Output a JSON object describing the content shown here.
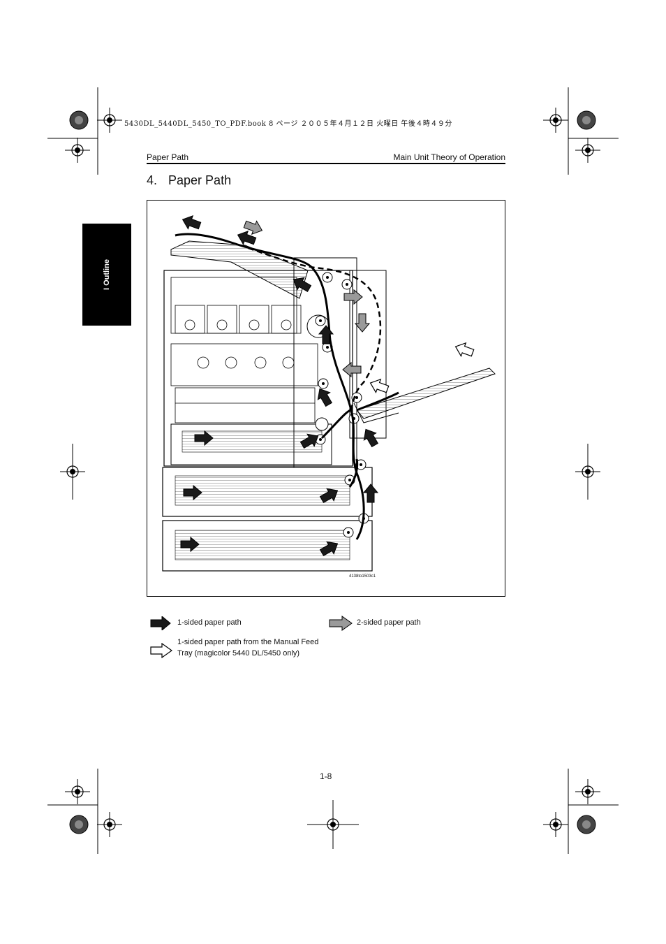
{
  "print_header": "5430DL_5440DL_5450_TO_PDF.book  8 ページ  ２００５年４月１２日  火曜日  午後４時４９分",
  "header": {
    "left": "Paper Path",
    "right": "Main Unit Theory of Operation"
  },
  "side_tab": "I Outline",
  "section": {
    "number": "4.",
    "title": "Paper Path"
  },
  "figure": {
    "code": "4138to1503c1"
  },
  "legend": {
    "one_sided": "1-sided paper path",
    "two_sided": "2-sided paper path",
    "manual_feed_line1": "1-sided paper path from the Manual Feed",
    "manual_feed_line2": "Tray (magicolor 5440 DL/5450 only)"
  },
  "page_number": "1-8",
  "colors": {
    "one_sided_arrow": "#1a1a1a",
    "two_sided_arrow": "#9a9a9a",
    "manual_arrow": "#ffffff"
  }
}
